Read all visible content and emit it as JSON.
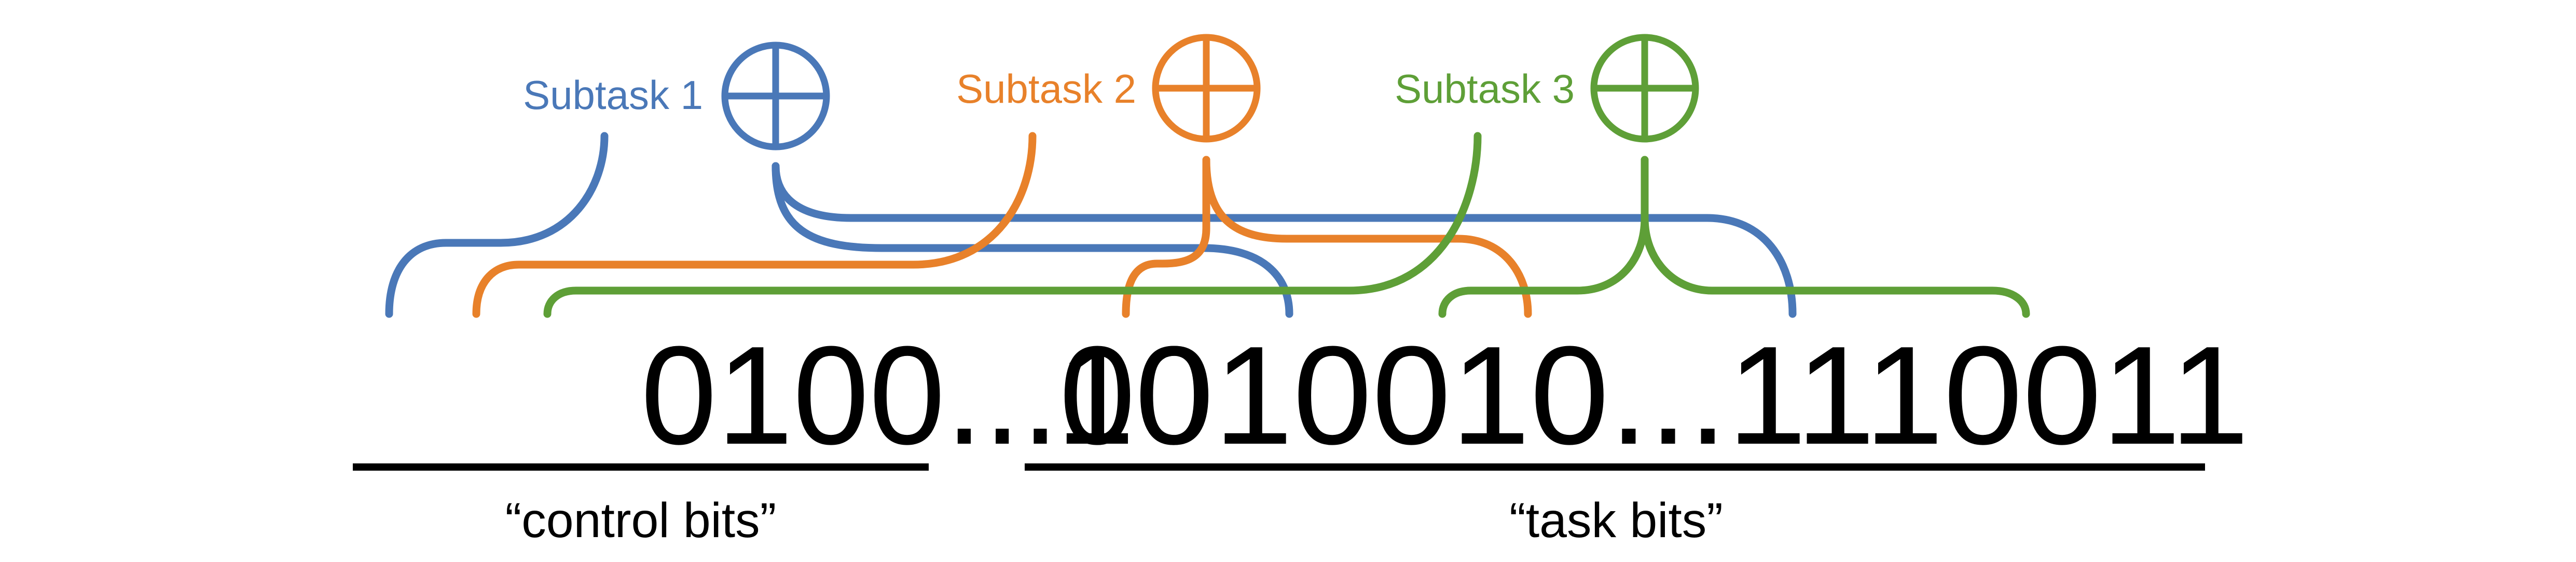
{
  "colors": {
    "subtask_1": "#4a78b8",
    "subtask_2": "#e8812a",
    "subtask_3": "#5e9f37",
    "text": "#000000",
    "background": "#ffffff"
  },
  "icons": {
    "xor_symbol": "circled-plus-icon"
  },
  "subtasks": [
    {
      "label": "Subtask 1"
    },
    {
      "label": "Subtask 2"
    },
    {
      "label": "Subtask 3"
    }
  ],
  "bitstrings": {
    "control": "0100...00",
    "task": "1010010...1110011"
  },
  "captions": {
    "control": "“control bits”",
    "task": "“task bits”"
  }
}
